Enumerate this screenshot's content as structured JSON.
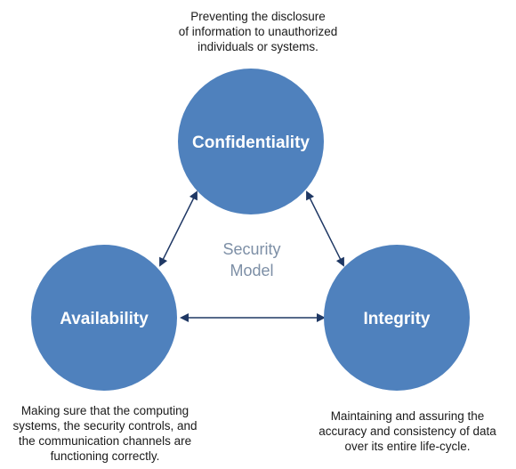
{
  "nodes": {
    "confidentiality": {
      "label": "Confidentiality",
      "description": "Preventing the disclosure\nof information to unauthorized\nindividuals or systems."
    },
    "availability": {
      "label": "Availability",
      "description": "Making sure that the computing\nsystems, the security controls, and\nthe communication channels are\nfunctioning correctly."
    },
    "integrity": {
      "label": "Integrity",
      "description": "Maintaining and assuring the\naccuracy and consistency of data\nover its entire life-cycle."
    }
  },
  "center": {
    "line1": "Security",
    "line2": "Model"
  },
  "colors": {
    "circle": "#4f81bd",
    "arrow": "#1f3864",
    "center_text": "#7d8fa6"
  }
}
